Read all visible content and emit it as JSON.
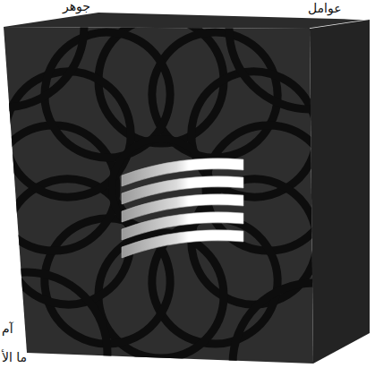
{
  "diagram": {
    "labels": [
      "جوهر",
      "عوامل",
      "آم",
      "ما الأ"
    ]
  }
}
